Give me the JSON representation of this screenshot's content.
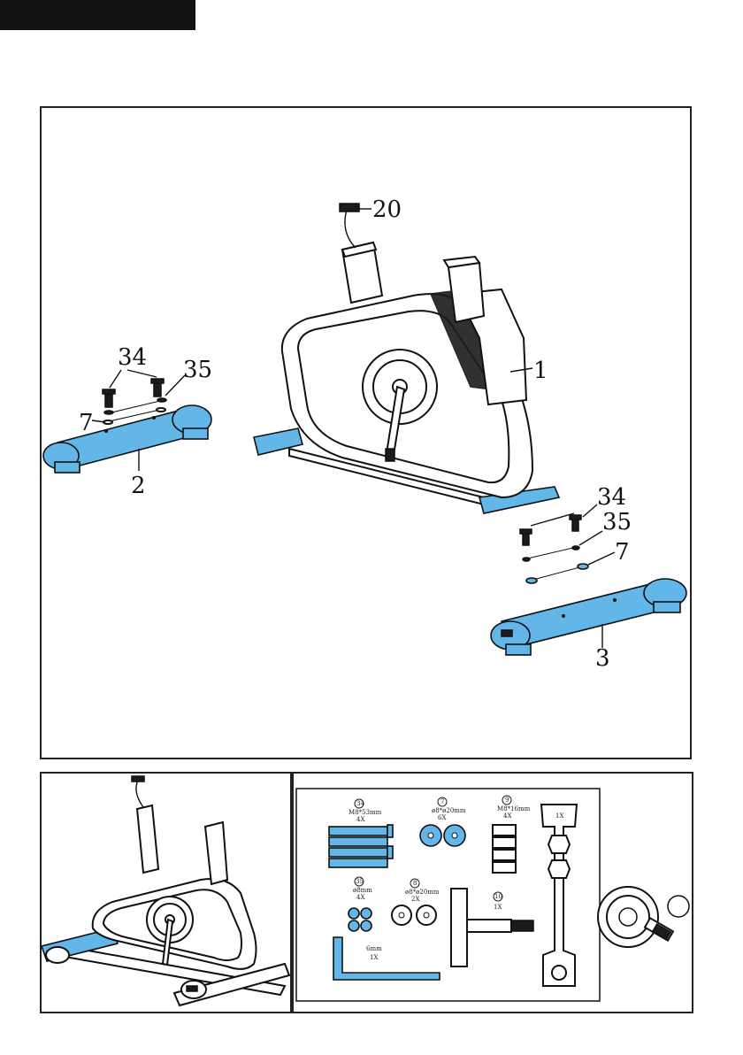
{
  "callouts": {
    "sensor_wire": "20",
    "main_frame": "1",
    "bolt_left": "34",
    "washer_left": "35",
    "washer_left_small": "7",
    "front_stabilizer": "2",
    "bolt_right": "34",
    "washer_right": "35",
    "washer_right_small": "7",
    "rear_stabilizer": "3"
  },
  "hardware": {
    "bolt": {
      "num": "34",
      "size": "M8*53mm",
      "qty": "4X"
    },
    "washer_7": {
      "num": "7",
      "size": "ø8*ø20mm",
      "qty": "6X"
    },
    "screw_9": {
      "num": "9",
      "size": "M8*16mm",
      "qty": "4X"
    },
    "spring_washer": {
      "num": "35",
      "size": "ø8mm",
      "qty": "4X"
    },
    "washer_8": {
      "num": "8",
      "size": "ø8*ø20mm",
      "qty": "2X"
    },
    "knob": {
      "num": "10",
      "qty": "1X"
    },
    "allen_key": {
      "size": "6mm",
      "qty": "1X"
    },
    "wrench": {
      "qty": "1X"
    }
  },
  "colors": {
    "accent": "#62b6e8",
    "ink": "#111111"
  }
}
